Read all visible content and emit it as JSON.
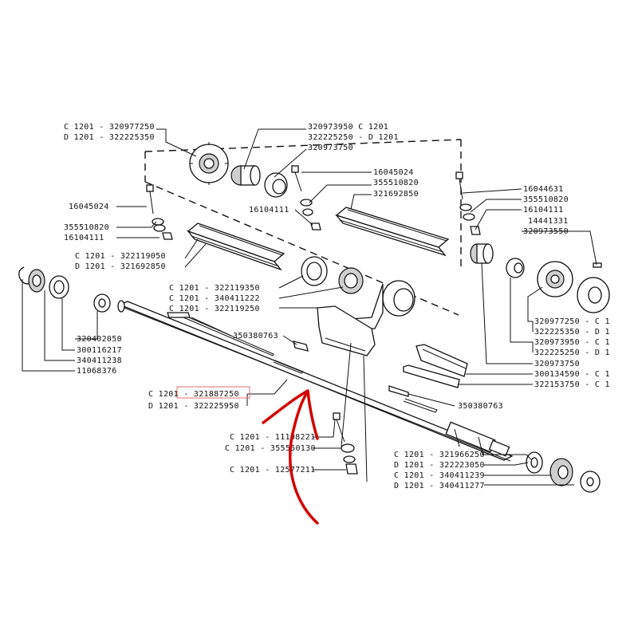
{
  "callouts": {
    "sprocket_left": [
      "C 1201 - 320977250",
      "D 1201 - 322225350"
    ],
    "bushing_top": [
      "320973950   C 1201",
      "322225250 - D 1201",
      "320973750"
    ],
    "right_bolt_group": [
      "16045024",
      "355510820",
      "321692850"
    ],
    "bolt_left": "16045024",
    "washer_group_left": [
      "355510820",
      "16104111"
    ],
    "nut_mid": "16104111",
    "plate_left": [
      "C 1201 - 322119050",
      "D 1201 - 321692850"
    ],
    "bearing_group": [
      "C 1201 - 322119350",
      "C 1201 - 340411222",
      "C 1201 - 322119250"
    ],
    "key_top": "350380763",
    "left_bearings": [
      "320402050",
      "300116217",
      "340411238",
      "11068376"
    ],
    "shaft": [
      "C 1201 - 321887250",
      "D 1201 - 322225950"
    ],
    "bottom_bolts": [
      "C 1201 - 11108221",
      "C 1201 - 355550130",
      "C 1201 - 12577211"
    ],
    "right_end_parts": [
      "C 1201 - 321966250",
      "D 1201 - 322223050",
      "C 1201 - 340411239",
      "D 1201 - 340411277"
    ],
    "key_bottom": "350380763",
    "right_upper_group": [
      "16044631",
      "355510820",
      "16104111",
      "14441331",
      "320973550"
    ],
    "right_side_list": [
      "320977250 - C 1",
      "322225350 - D 1",
      "320973950 - C 1",
      "322225250 - D 1",
      "320973750",
      "300134590 - C 1",
      "322153750 - C 1"
    ]
  },
  "highlight_color": "#e07070",
  "arrow_color": "#d40000"
}
